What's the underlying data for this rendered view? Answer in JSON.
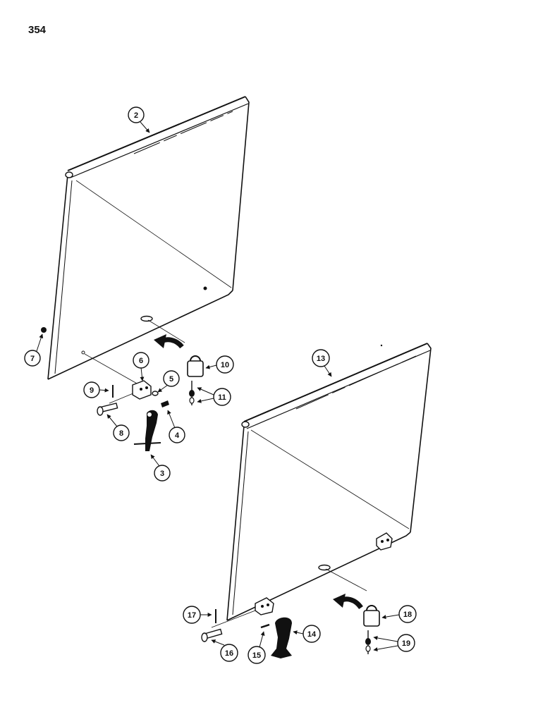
{
  "page": {
    "number": "354"
  },
  "callouts": [
    "2",
    "3",
    "4",
    "5",
    "6",
    "7",
    "8",
    "9",
    "10",
    "11",
    "13",
    "14",
    "15",
    "16",
    "17",
    "18",
    "19"
  ],
  "colors": {
    "ink": "#111111",
    "paper": "#ffffff"
  }
}
